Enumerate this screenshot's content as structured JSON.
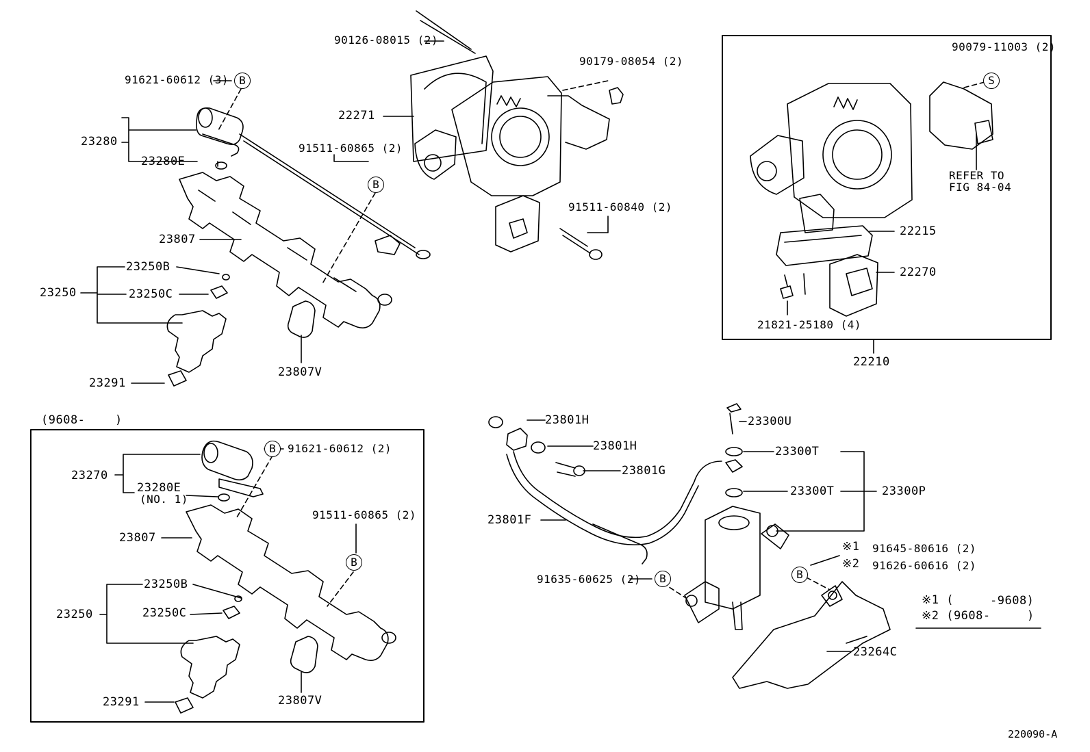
{
  "figure_id": "220090-A",
  "callouts": {
    "b": "B",
    "s": "S"
  },
  "labels": {
    "p1": "90126-08015 (2)",
    "p2": "91621-60612 (3)",
    "p3": "90179-08054 (2)",
    "p4": "23280",
    "p5": "22271",
    "p6": "23280E",
    "p7": "91511-60865 (2)",
    "p8": "23807",
    "p9": "91511-60840 (2)",
    "p10": "23250B",
    "p11": "23250",
    "p12": "23250C",
    "p13": "23807V",
    "p14": "23291",
    "p15": "90079-11003 (2)",
    "p16": "REFER TO",
    "p17": "FIG 84-04",
    "p18": "22215",
    "p19": "22270",
    "p20": "21821-25180 (4)",
    "p21": "22210",
    "p22": "(9608-",
    "p23": ")",
    "p24": "91621-60612 (2)",
    "p25": "23270",
    "p26": "23280E",
    "p27": "(NO. 1)",
    "p28": "91511-60865 (2)",
    "p29": "23807",
    "p30": "23250B",
    "p31": "23250",
    "p32": "23250C",
    "p33": "23807V",
    "p34": "23291",
    "p35": "23801H",
    "p36": "23801H",
    "p37": "23300U",
    "p38": "23801G",
    "p39": "23300T",
    "p40": "23300T",
    "p41": "23300P",
    "p42": "23801F",
    "p43": "※1",
    "p44": "91645-80616 (2)",
    "p45": "※2",
    "p46": "91626-60616 (2)",
    "p47": "91635-60625 (2)",
    "p48": "※1 (",
    "p49": "-9608)",
    "p50": "※2 (9608-",
    "p51": ")",
    "p52": "23264C"
  }
}
